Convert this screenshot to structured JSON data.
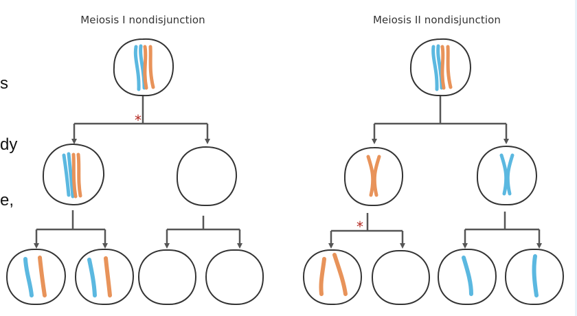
{
  "diagram": {
    "panels": [
      {
        "title": "Meiosis I nondisjunction"
      },
      {
        "title": "Meiosis II nondisjunction"
      }
    ],
    "error_marker": "*",
    "cropped_text": [
      "s",
      "dy",
      "e,"
    ]
  },
  "colors": {
    "chromosome_blue": "#5bb8e0",
    "chromosome_orange": "#e8935a",
    "connector": "#555555",
    "cell_outline": "#333333",
    "error_marker": "#b3261e"
  }
}
